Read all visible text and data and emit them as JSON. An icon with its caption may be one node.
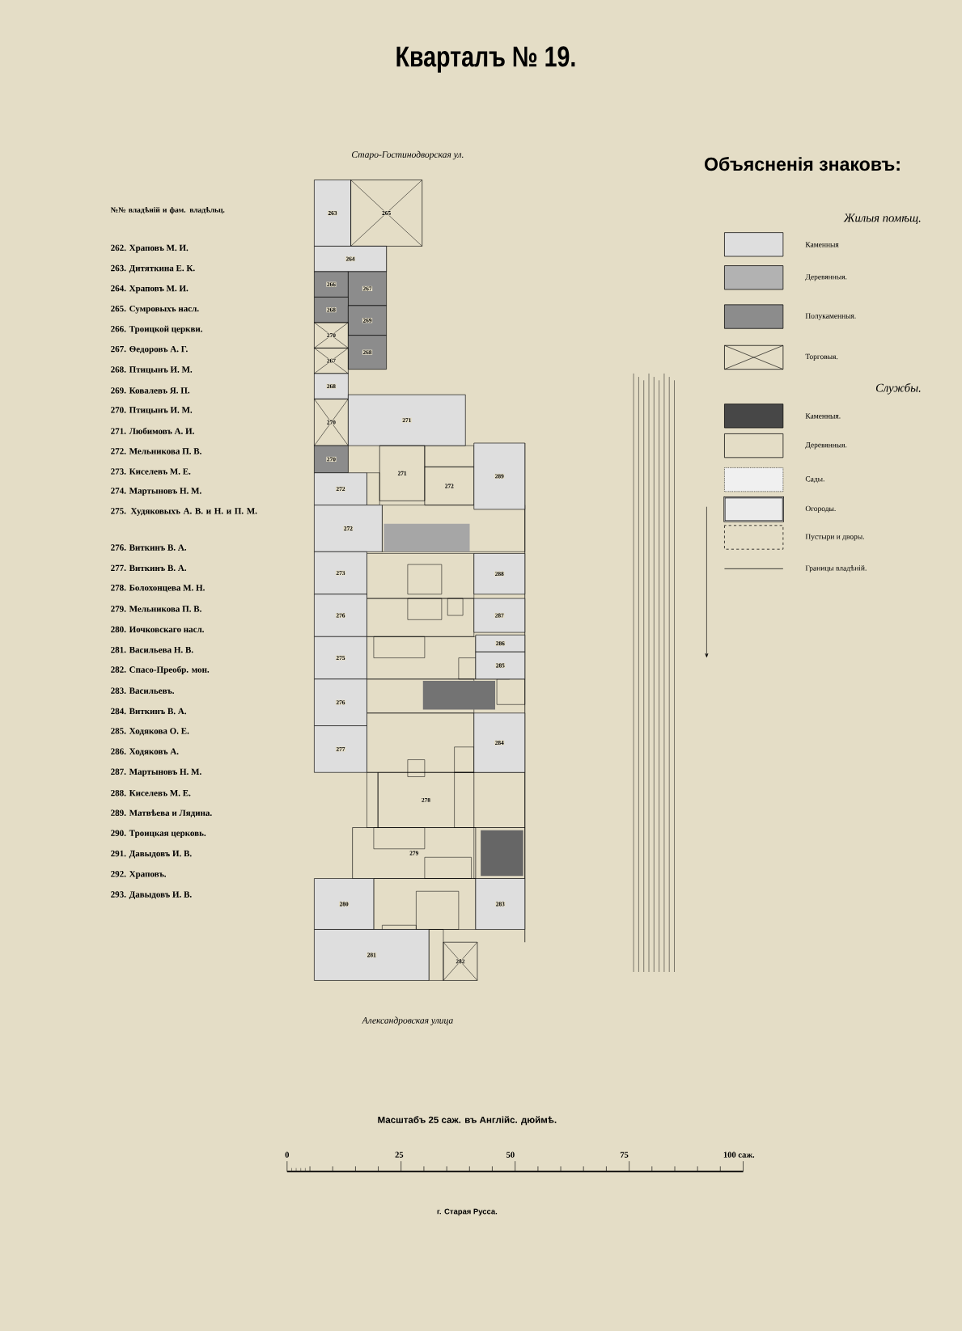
{
  "diagram": {
    "title": "Кварталъ № 19.",
    "nodes": [
      {
        "text": [
          "263"
        ]
      },
      {
        "text": [
          "265"
        ]
      },
      {
        "text": [
          "264"
        ]
      },
      {
        "text": [
          "266"
        ]
      },
      {
        "text": [
          "267"
        ]
      },
      {
        "text": [
          "268"
        ]
      },
      {
        "text": [
          "269"
        ]
      },
      {
        "text": [
          "270"
        ]
      },
      {
        "text": [
          "268"
        ]
      },
      {
        "text": [
          "267"
        ]
      },
      {
        "text": [
          "268"
        ]
      },
      {
        "text": [
          "270"
        ]
      },
      {
        "text": [
          "271"
        ]
      },
      {
        "text": [
          "270"
        ]
      },
      {
        "text": [
          "271"
        ]
      },
      {
        "text": [
          "272"
        ]
      },
      {
        "text": [
          "289"
        ]
      },
      {
        "text": [
          "272"
        ]
      },
      {
        "text": [
          "272"
        ]
      },
      {
        "text": [
          "273"
        ]
      },
      {
        "text": [
          "288"
        ]
      },
      {
        "text": [
          "276"
        ]
      },
      {
        "text": [
          "287"
        ]
      },
      {
        "text": [
          "286"
        ]
      },
      {
        "text": [
          "285"
        ]
      },
      {
        "text": [
          "275"
        ]
      },
      {
        "text": [
          "276"
        ]
      },
      {
        "text": [
          "277"
        ]
      },
      {
        "text": [
          "284"
        ]
      },
      {
        "text": [
          "278"
        ]
      },
      {
        "text": [
          "279"
        ]
      },
      {
        "text": [
          "280"
        ]
      },
      {
        "text": [
          "283"
        ]
      },
      {
        "text": [
          "281"
        ]
      },
      {
        "text": [
          "282"
        ]
      }
    ],
    "labels": [
      "№№ владѣній и фам. владѣльц.",
      "262. Храповъ М. И.",
      "263. Дитяткина Е. К.",
      "264. Храповъ М. И.",
      "265. Сумровыхъ насл.",
      "266. Троицкой церкви.",
      "267. Ѳедоровъ А. Г.",
      "268. Птицынъ И. М.",
      "269. Ковалевъ Я. П.",
      "270. Птицынъ И. М.",
      "271. Любимовъ А. И.",
      "272. Мельникова П. В.",
      "273. Киселевъ М. Е.",
      "274. Мартыновъ Н. М.",
      "275. Худяковыхъ А. В. и Н. и П. М.",
      "276. Виткинъ В. А.",
      "277. Виткинъ В. А.",
      "278. Болохонцева М. Н.",
      "279. Мельникова П. В.",
      "280. Иочковскаго насл.",
      "281. Васильева Н. В.",
      "282. Спасо-Преобр. мон.",
      "283. Васильевъ.",
      "284. Виткинъ В. А.",
      "285. Ходякова О. Е.",
      "286. Ходяковъ А.",
      "287. Мартыновъ Н. М.",
      "288. Киселевъ М. Е.",
      "289. Матвѣева и Лядина.",
      "290. Троицкая церковь.",
      "291. Давыдовъ И. В.",
      "292. Храповъ.",
      "293. Давыдовъ И. В.",
      "Старо-Гостинодворская ул.",
      "Александровская улица",
      "Объясненія знаковъ:",
      "Жилыя помѣщ.",
      "Службы.",
      "Масштабъ 25 саж. въ Англійс. дюймѣ.",
      "0",
      "25",
      "50",
      "75",
      "100 саж.",
      "г. Старая Русса."
    ],
    "legend": [
      {
        "text": "Каменныя"
      },
      {
        "text": "Деревянныя."
      },
      {
        "text": "Полукаменныя."
      },
      {
        "text": "Торговыя."
      },
      {
        "text": "Каменныя."
      },
      {
        "text": "Деревянныя."
      },
      {
        "text": "Сады."
      },
      {
        "text": "Огороды."
      },
      {
        "text": "Пустыри и дворы."
      },
      {
        "text": "Границы владѣній."
      }
    ]
  }
}
